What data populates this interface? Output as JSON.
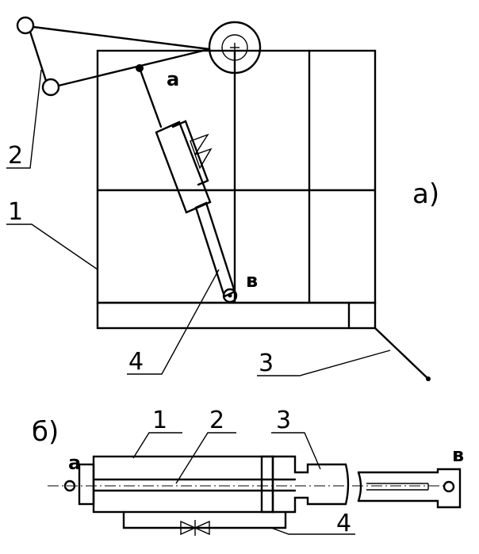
{
  "view_a": {
    "title": "а)",
    "label_1": "1",
    "label_2": "2",
    "label_3": "3",
    "label_4": "4",
    "point_a": "а",
    "point_b": "в"
  },
  "view_b": {
    "title": "б)",
    "label_1": "1",
    "label_2": "2",
    "label_3": "3",
    "label_4": "4",
    "point_a": "а",
    "point_b": "в"
  }
}
